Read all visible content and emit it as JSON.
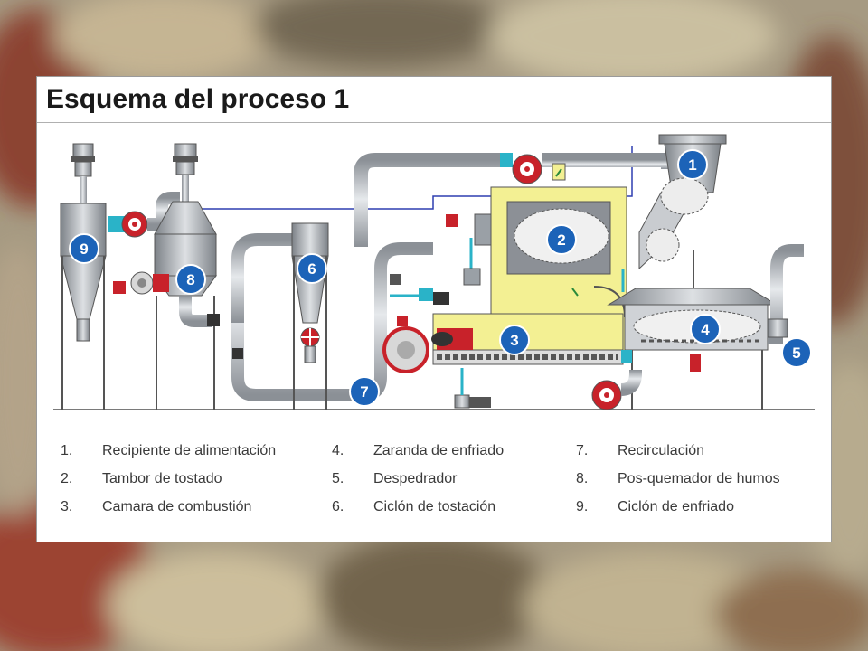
{
  "slide": {
    "title": "Esquema del proceso 1"
  },
  "diagram": {
    "markers": [
      "1",
      "2",
      "3",
      "4",
      "5",
      "6",
      "7",
      "8",
      "9"
    ],
    "colors": {
      "pipe": "#b9bec4",
      "pipe_dark": "#8b9096",
      "chamber": "#f3f093",
      "fan": "#c8222a",
      "marker": "#1c63b8",
      "signal": "#2f3fb0",
      "cyan": "#2ab3c8"
    }
  },
  "legend": {
    "col1": [
      {
        "num": "1.",
        "text": "Recipiente de alimentación"
      },
      {
        "num": "2.",
        "text": "Tambor de tostado"
      },
      {
        "num": "3.",
        "text": "Camara de combustión"
      }
    ],
    "col2": [
      {
        "num": "4.",
        "text": "Zaranda de enfriado"
      },
      {
        "num": "5.",
        "text": "Despedrador"
      },
      {
        "num": "6.",
        "text": "Ciclón de tostación"
      }
    ],
    "col3": [
      {
        "num": "7.",
        "text": "Recirculación"
      },
      {
        "num": "8.",
        "text": "Pos-quemador de humos"
      },
      {
        "num": "9.",
        "text": "Ciclón de enfriado"
      }
    ]
  }
}
